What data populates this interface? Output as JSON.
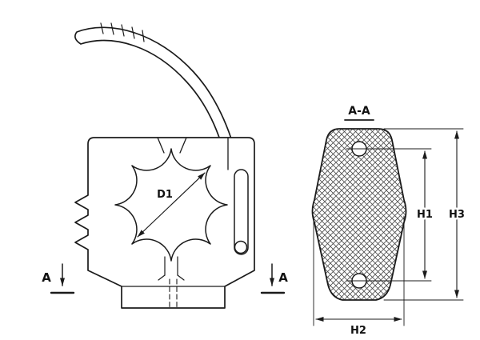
{
  "meta": {
    "background": "#ffffff",
    "line_color": "#1b1b1b",
    "thin_color": "#2a2a2a",
    "hatch_color": "#4a4a4a"
  },
  "side_view": {
    "bore_label": "D1",
    "section_marker_left": "A",
    "section_marker_right": "A"
  },
  "section_view": {
    "title": "A-A",
    "dim_inner_height": "H1",
    "dim_width": "H2",
    "dim_overall_height": "H3"
  }
}
